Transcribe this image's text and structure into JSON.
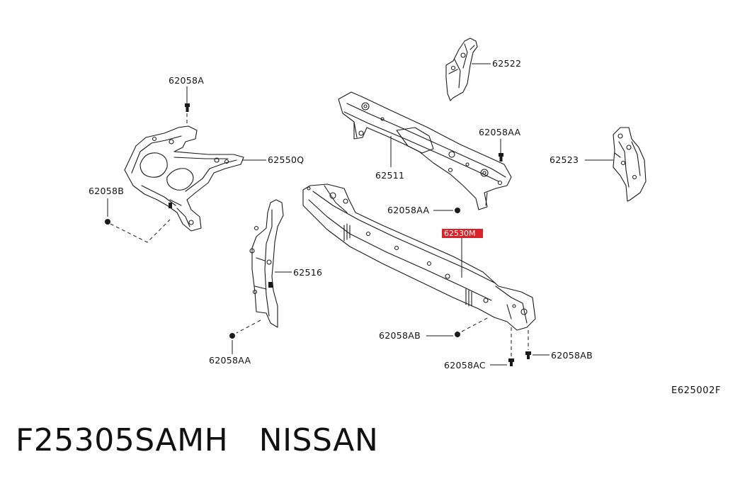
{
  "labels": {
    "p62522": "62522",
    "p62058A": "62058A",
    "p62058AA_top": "62058AA",
    "p62511": "62511",
    "p62550Q": "62550Q",
    "p62523": "62523",
    "p62058B": "62058B",
    "p62058AA_mid": "62058AA",
    "p62530M": "62530M",
    "p62516": "62516",
    "p62058AB_left": "62058AB",
    "p62058AA_bottom": "62058AA",
    "p62058AC": "62058AC",
    "p62058AB_right": "62058AB"
  },
  "highlight_color": "#d9232a",
  "diagram_code": "E625002F",
  "caption": {
    "part_number": "F25305SAMH",
    "brand": "NISSAN"
  }
}
